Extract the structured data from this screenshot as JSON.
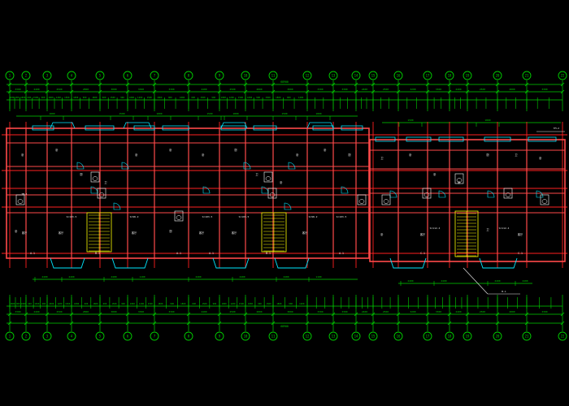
{
  "drawing": {
    "type": "cad-floor-plan",
    "background": "#000000",
    "colors": {
      "axis_line": "#ff2020",
      "wall": "#ff4a4a",
      "dim": "#00d000",
      "window": "#00e8ff",
      "text": "#e8e8e8",
      "stair": "#ffff00",
      "fixture": "#ffffff",
      "bubble": "#00d000"
    },
    "top_axis_labels": [
      "1",
      "2",
      "3",
      "4",
      "5",
      "6",
      "7",
      "8",
      "9",
      "10",
      "11",
      "12",
      "13",
      "14",
      "15",
      "16",
      "17",
      "18",
      "19",
      "20",
      "21",
      "22"
    ],
    "bottom_axis_labels": [
      "1",
      "2",
      "3",
      "4",
      "5",
      "6",
      "7",
      "8",
      "9",
      "10",
      "11",
      "12",
      "13",
      "14",
      "15",
      "16",
      "17",
      "18",
      "19",
      "20",
      "21",
      "22"
    ],
    "top_total_label": "68900",
    "bottom_total_label": "68900",
    "top_span_dims": [
      "3300",
      "2400",
      "2500",
      "2800",
      "3000",
      "3300",
      "3300",
      "2400",
      "2500",
      "2800",
      "3000",
      "3300",
      "3300",
      "2400",
      "2500",
      "3200",
      "3300",
      "2400",
      "2500",
      "2800",
      "3300"
    ],
    "bottom_span_dims": [
      "3300",
      "2400",
      "2500",
      "2800",
      "3000",
      "3300",
      "3300",
      "2400",
      "2500",
      "2800",
      "3000",
      "3300",
      "3300",
      "2400",
      "2500",
      "3200",
      "3300",
      "2400",
      "2500",
      "2800",
      "3300"
    ],
    "top_detail_dims": [
      "1800",
      "900",
      "1800",
      "600",
      "1500",
      "900",
      "1800",
      "1200",
      "1500",
      "1800",
      "900",
      "1800",
      "600",
      "1500",
      "900",
      "1800",
      "1200",
      "1500",
      "1800",
      "900",
      "1800",
      "600",
      "1500",
      "900",
      "1800",
      "1200",
      "1500",
      "1800",
      "900",
      "1500",
      "1800",
      "900",
      "1200"
    ],
    "bottom_detail_dims": [
      "1800",
      "900",
      "1800",
      "600",
      "1500",
      "900",
      "1800",
      "1200",
      "1500",
      "1800",
      "900",
      "1800",
      "600",
      "1500",
      "900",
      "1800",
      "1200",
      "1500",
      "1800",
      "900",
      "1800",
      "600",
      "1500",
      "900",
      "1800",
      "1200",
      "1500",
      "1800",
      "900",
      "1500",
      "1800",
      "900",
      "1200"
    ],
    "upper_window_dims": [
      "1800",
      "1500",
      "1800",
      "1500",
      "1800",
      "1500",
      "1800",
      "1500",
      "1800"
    ],
    "lower_balcony_dims": [
      "2400",
      "2400",
      "2400",
      "1100",
      "2400",
      "2400",
      "2400",
      "1100",
      "2400",
      "2400",
      "2400",
      "2400"
    ],
    "unit_labels": [
      "A-1",
      "B-1",
      "A-1",
      "A-1",
      "B-1",
      "A-1",
      "C-1",
      "C-1"
    ],
    "room_tags": [
      "卧",
      "卧",
      "厨",
      "卫",
      "卧",
      "卧",
      "卧",
      "厨",
      "卫",
      "卧",
      "卧",
      "卧",
      "厨",
      "卫",
      "卧",
      "卧",
      "卧",
      "厨",
      "卫",
      "卧",
      "卧",
      "厨",
      "卫",
      "卧"
    ],
    "living_tags": [
      "客厅",
      "客厅",
      "客厅",
      "客厅",
      "客厅",
      "客厅",
      "客厅",
      "客厅"
    ],
    "area_notes": [
      "S=103.5",
      "S=98.2",
      "S=103.5",
      "S=103.5",
      "S=98.2",
      "S=103.5",
      "S=112.4",
      "S=112.4"
    ],
    "callout_left": "TM-1",
    "callout_right": "TM-2",
    "callout_note": "M-1"
  }
}
